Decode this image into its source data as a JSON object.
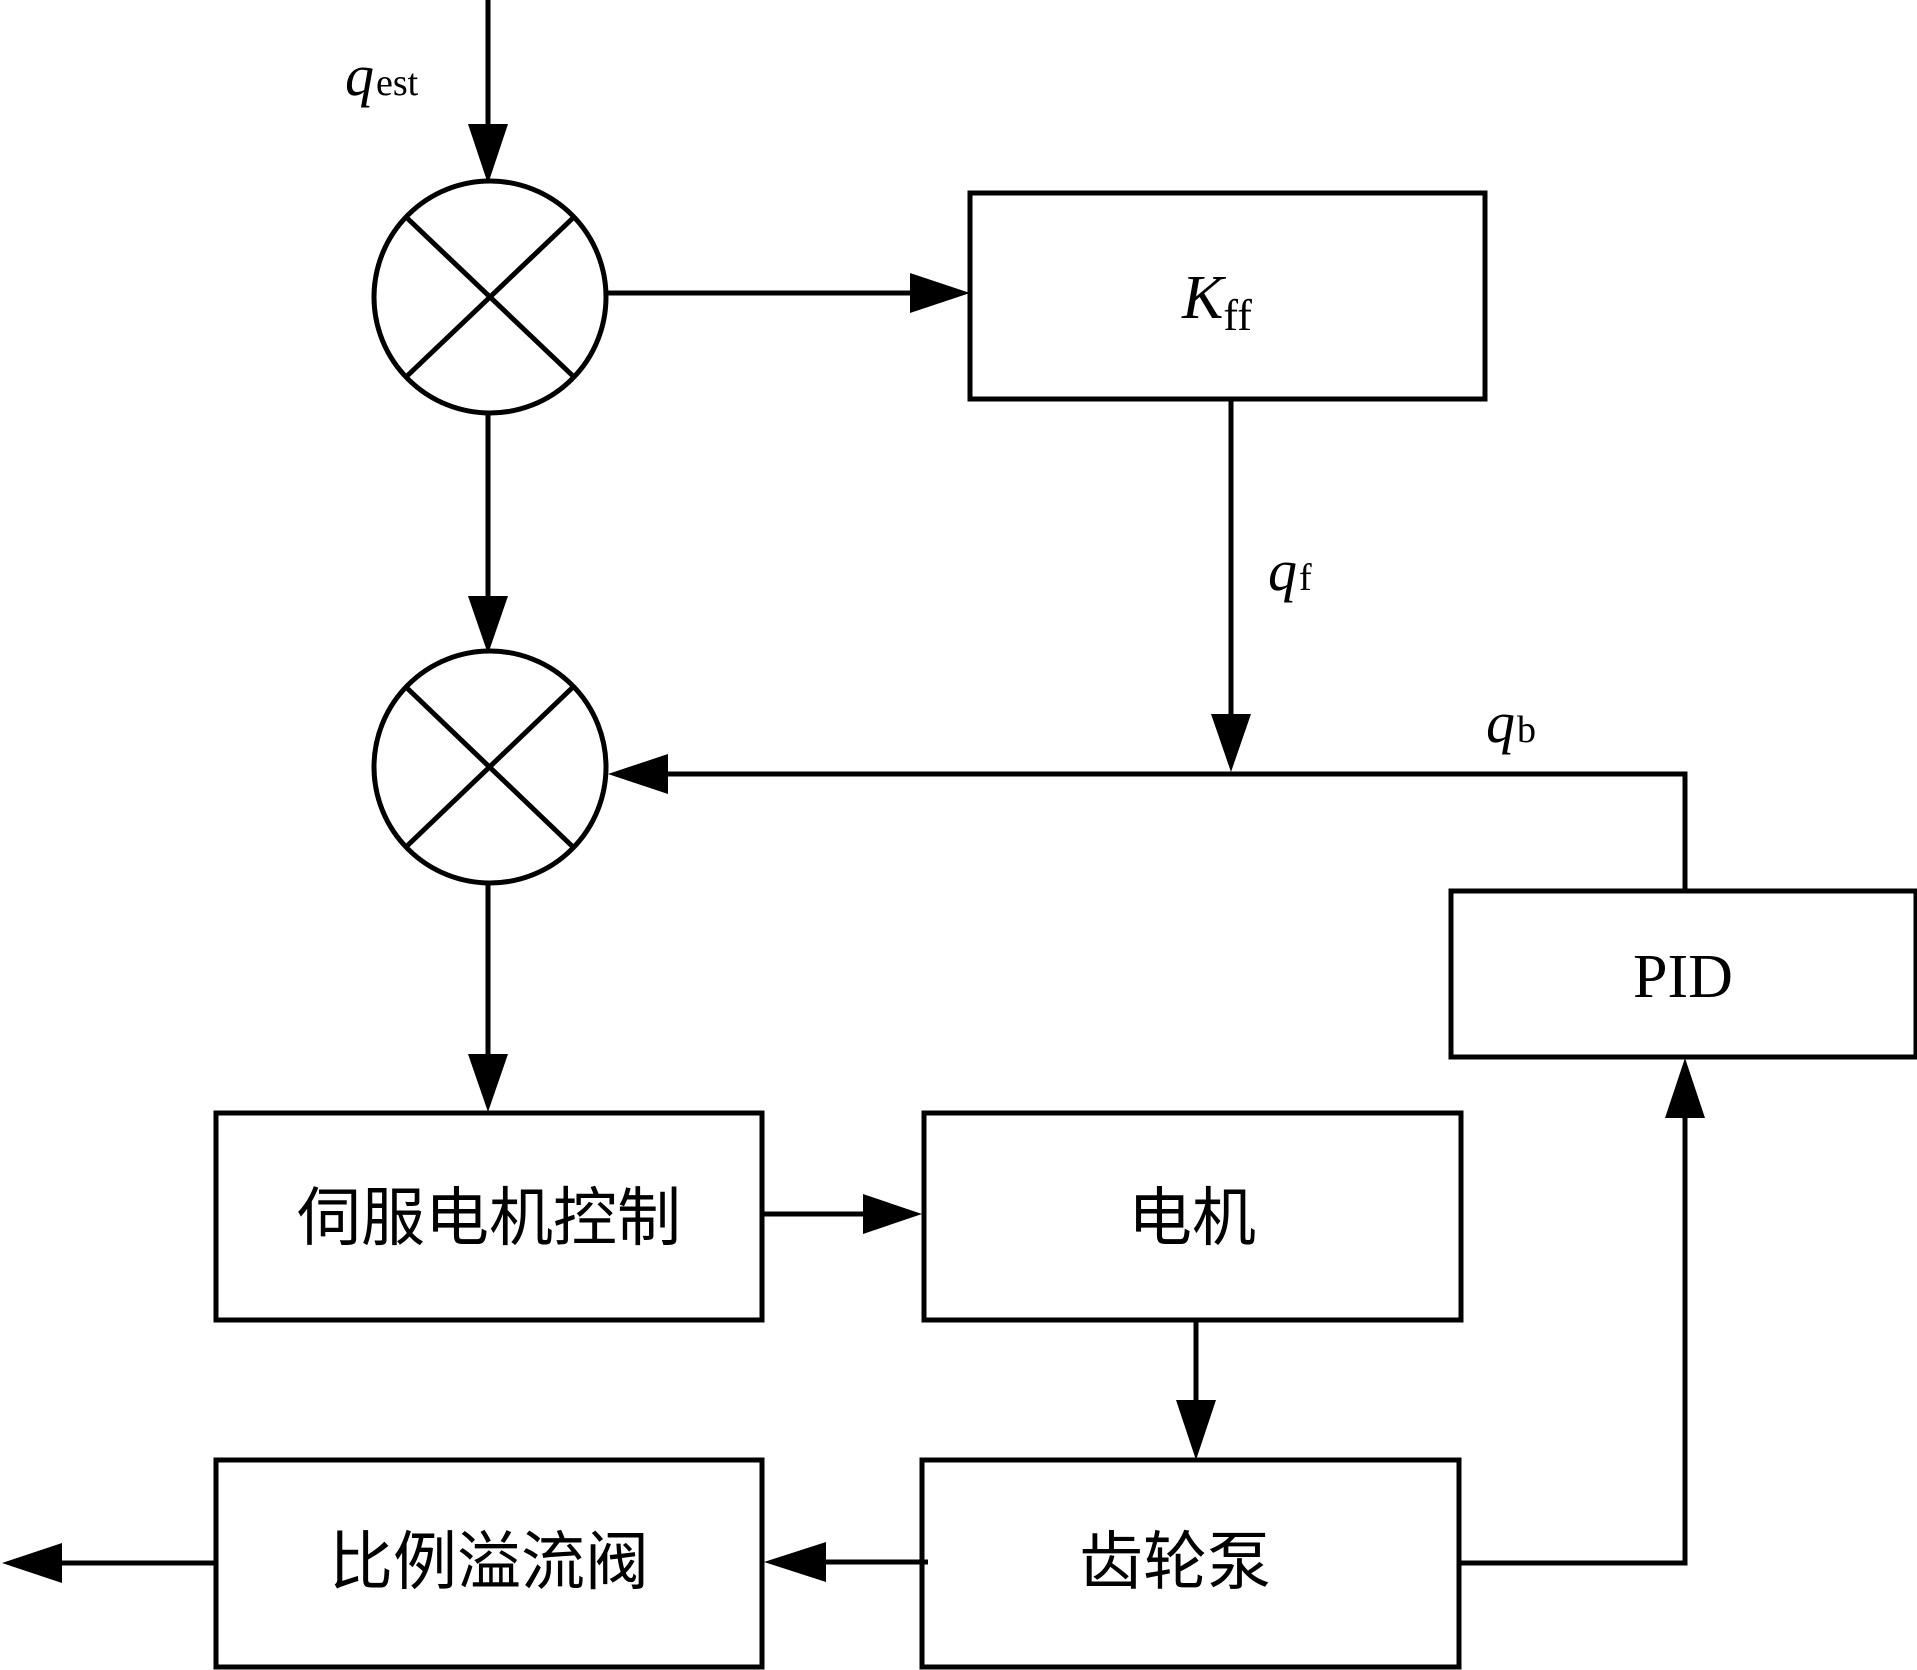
{
  "diagram": {
    "type": "control-block-diagram",
    "signals": {
      "q_est": {
        "base": "q",
        "sub": "est"
      },
      "q_f": {
        "base": "q",
        "sub": "f"
      },
      "q_b": {
        "base": "q",
        "sub": "b"
      }
    },
    "blocks": {
      "kff": {
        "base": "K",
        "sub": "ff"
      },
      "pid": {
        "label": "PID"
      },
      "servo_control": {
        "label": "伺服电机控制"
      },
      "motor": {
        "label": "电机"
      },
      "gear_pump": {
        "label": "齿轮泵"
      },
      "relief_valve": {
        "label": "比例溢流阀"
      }
    },
    "summing_junctions": [
      {
        "id": "sum1",
        "symbol": "cross"
      },
      {
        "id": "sum2",
        "symbol": "cross"
      }
    ],
    "connections": [
      {
        "from": "input",
        "to": "sum1",
        "signal": "q_est"
      },
      {
        "from": "sum1",
        "to": "kff"
      },
      {
        "from": "sum1",
        "to": "sum2"
      },
      {
        "from": "kff",
        "to": "q_b_line",
        "signal": "q_f"
      },
      {
        "from": "pid",
        "to": "sum2",
        "signal": "q_b"
      },
      {
        "from": "sum2",
        "to": "servo_control"
      },
      {
        "from": "servo_control",
        "to": "motor"
      },
      {
        "from": "motor",
        "to": "gear_pump"
      },
      {
        "from": "gear_pump",
        "to": "pid"
      },
      {
        "from": "gear_pump",
        "to": "relief_valve"
      },
      {
        "from": "relief_valve",
        "to": "output"
      }
    ],
    "colors": {
      "stroke": "#000000",
      "background": "#ffffff"
    }
  }
}
